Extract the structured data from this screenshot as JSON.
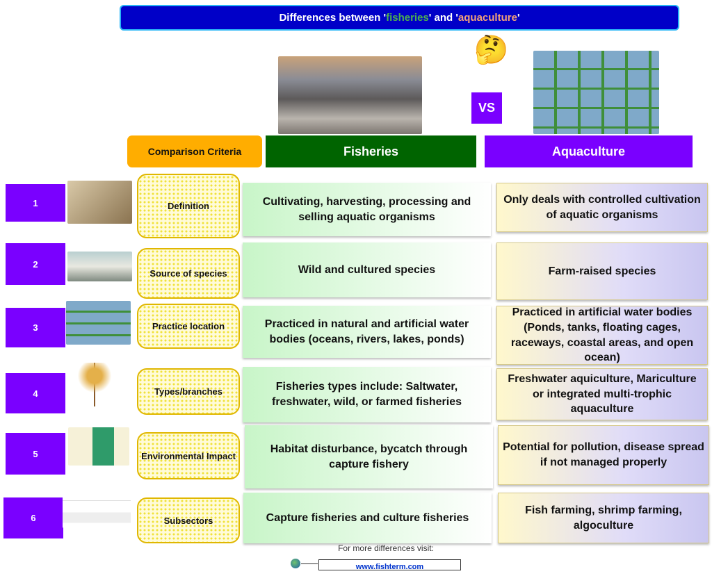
{
  "title": {
    "prefix": "Differences between '",
    "fish": "fisheries",
    "middle": "' and '",
    "aqua": "aquaculture",
    "suffix": "'"
  },
  "vs": "VS",
  "headers": {
    "criteria": "Comparison Criteria",
    "fisheries": "Fisheries",
    "aquaculture": "Aquaculture"
  },
  "rows": [
    {
      "num": "1",
      "criteria": "Definition",
      "fisheries": "Cultivating, harvesting, processing and selling aquatic organisms",
      "aquaculture": "Only deals with controlled cultivation of aquatic organisms"
    },
    {
      "num": "2",
      "criteria": "Source of species",
      "fisheries": "Wild and cultured species",
      "aquaculture": "Farm-raised species"
    },
    {
      "num": "3",
      "criteria": "Practice location",
      "fisheries": "Practiced in natural and artificial water bodies (oceans, rivers, lakes, ponds)",
      "aquaculture": "Practiced in artificial water bodies (Ponds, tanks, floating cages, raceways, coastal areas, and open ocean)"
    },
    {
      "num": "4",
      "criteria": "Types/branches",
      "fisheries": "Fisheries types include: Saltwater, freshwater, wild, or farmed fisheries",
      "aquaculture": "Freshwater aquiculture, Mariculture or integrated multi-trophic aquaculture"
    },
    {
      "num": "5",
      "criteria": "Environmental Impact",
      "fisheries": "Habitat disturbance, bycatch through capture fishery",
      "aquaculture": "Potential for pollution, disease spread if not managed properly"
    },
    {
      "num": "6",
      "criteria": "Subsectors",
      "fisheries": "Capture fisheries and culture fisheries",
      "aquaculture": "Fish farming, shrimp farming, algoculture"
    }
  ],
  "footer": {
    "text": "For more differences visit:",
    "link": "www.fishterm.com"
  }
}
